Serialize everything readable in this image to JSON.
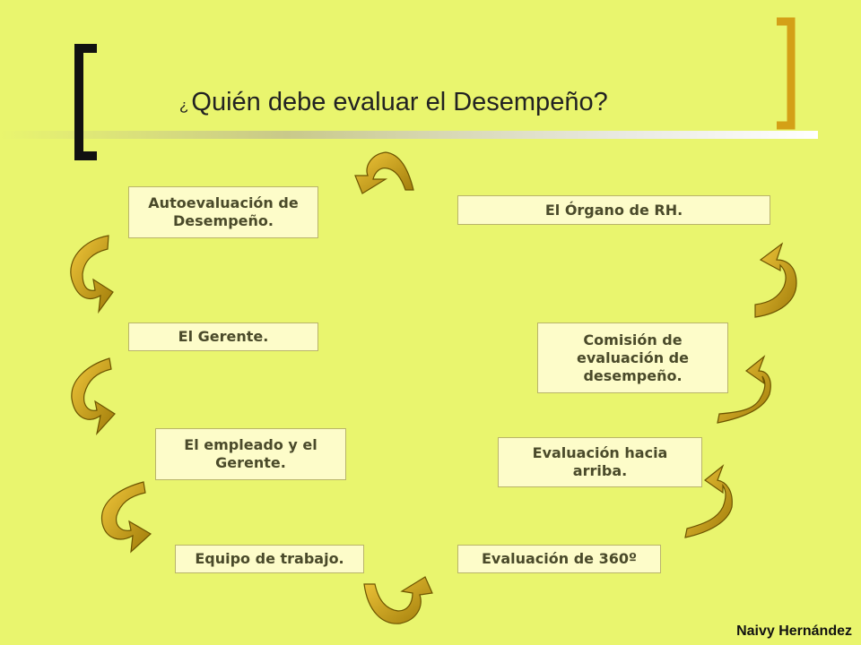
{
  "title": {
    "prefix": "¿",
    "text": "Quién debe evaluar el Desempeño?"
  },
  "boxes": {
    "autoevaluacion": "Autoevaluación de Desempeño.",
    "gerente": "El Gerente.",
    "empleado_gerente": "El empleado y el Gerente.",
    "equipo": "Equipo de trabajo.",
    "organo_rh": "El Órgano de RH.",
    "comision": "Comisión de evaluación de desempeño.",
    "hacia_arriba": "Evaluación hacia arriba.",
    "evaluacion_360": "Evaluación de 360º"
  },
  "author": "Naivy Hernández",
  "colors": {
    "background": "#e9f56e",
    "box_fill": "#fdfcc9",
    "arrow_light": "#e3b62a",
    "arrow_dark": "#9c7a08",
    "bracket_gold": "#d4a017"
  }
}
